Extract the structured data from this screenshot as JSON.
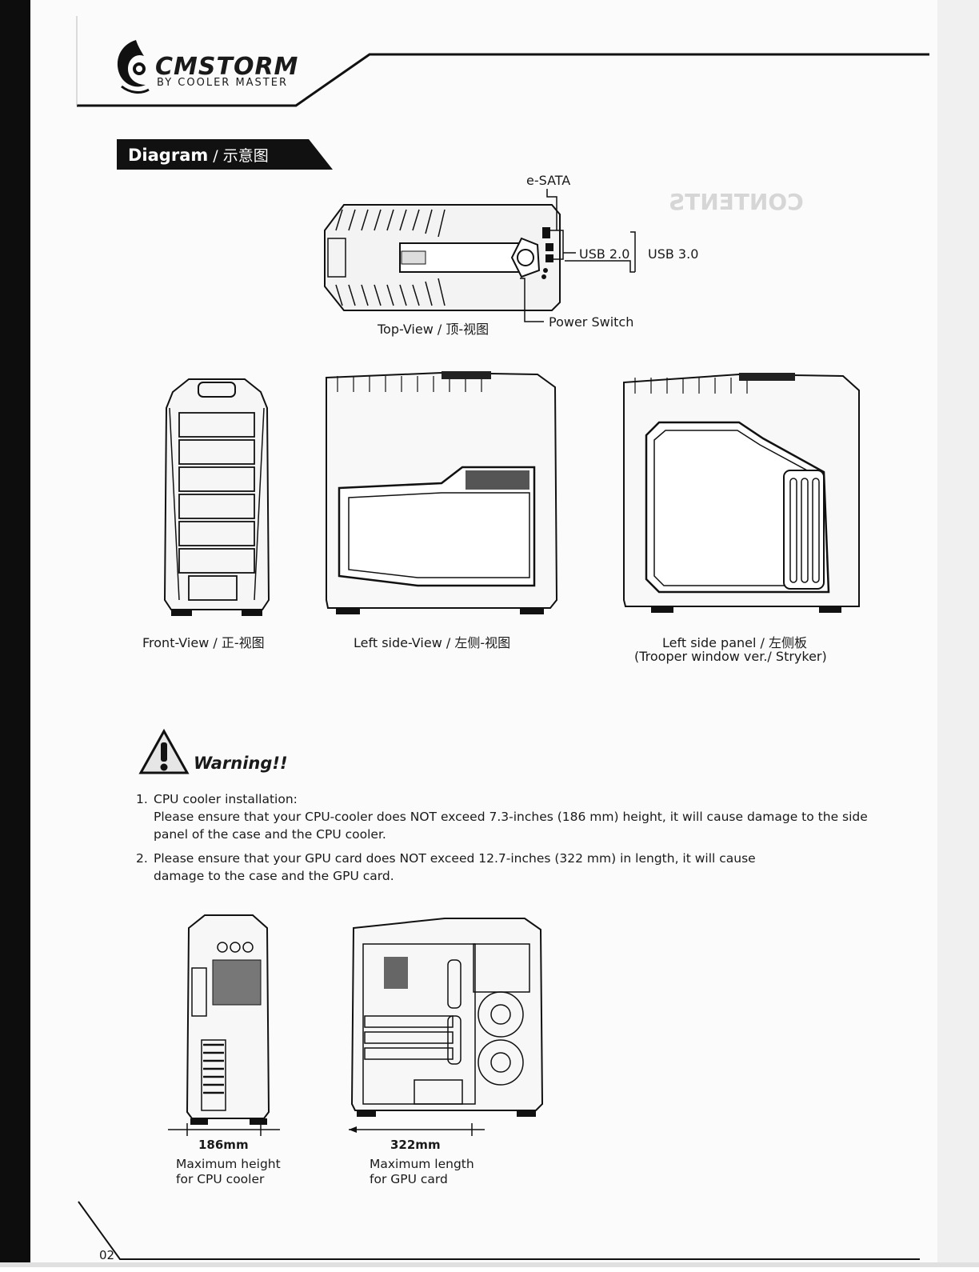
{
  "brand": {
    "logo_name": "CMSTORM",
    "logo_sub": "BY COOLER MASTER"
  },
  "section": {
    "title_bold": "Diagram",
    "title_rest": " / 示意图"
  },
  "top_view": {
    "label": "Top-View / 顶-视图",
    "ports": {
      "esata": "e-SATA",
      "usb2": "USB 2.0",
      "usb3": "USB 3.0",
      "power": "Power Switch"
    }
  },
  "views": {
    "front": "Front-View / 正-视图",
    "left_side": "Left side-View / 左侧-视图",
    "panel_line1": "Left side panel / 左侧板",
    "panel_line2": "(Trooper window ver./ Stryker)"
  },
  "warning": {
    "title": "Warning!!",
    "items": [
      {
        "num": "1.",
        "heading": "CPU cooler installation:",
        "text": "Please ensure that your CPU-cooler does NOT exceed 7.3-inches (186 mm) height, it will cause damage to the side panel of the case and the CPU cooler."
      },
      {
        "num": "2.",
        "heading": "",
        "text": "Please ensure that your GPU card does NOT exceed 12.7-inches (322 mm) in length, it will cause damage to the case and the GPU card."
      }
    ]
  },
  "measurements": {
    "cpu_value": "186mm",
    "cpu_caption_1": "Maximum height",
    "cpu_caption_2": "for CPU cooler",
    "gpu_value": "322mm",
    "gpu_caption_1": "Maximum length",
    "gpu_caption_2": "for GPU card"
  },
  "page_number": "02"
}
